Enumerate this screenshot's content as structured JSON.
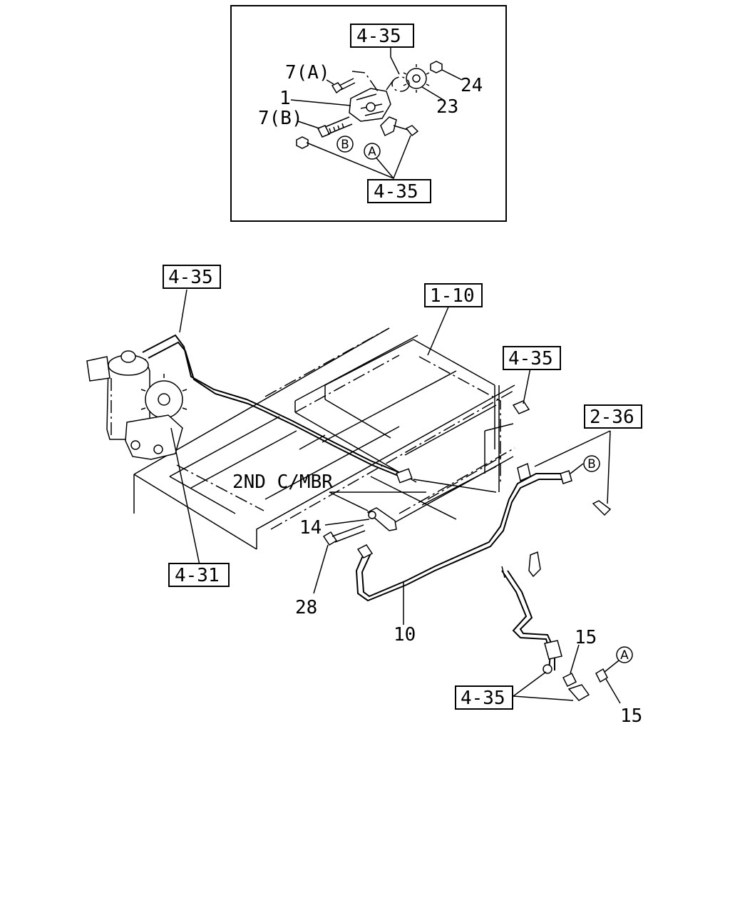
{
  "refs": {
    "inset_top": "4-35",
    "inset_bottom": "4-35",
    "main_left": "4-35",
    "frame": "1-10",
    "right_top": "4-35",
    "right_mid": "2-36",
    "gear_box": "4-31",
    "bottom_right": "4-35"
  },
  "parts": {
    "p7a": "7(A)",
    "p1": "1",
    "p7b": "7(B)",
    "p24": "24",
    "p23": "23",
    "p14": "14",
    "p28": "28",
    "p10": "10",
    "p15a": "15",
    "p15b": "15"
  },
  "circles": {
    "inset_a": "A",
    "inset_b": "B",
    "main_b": "B",
    "main_a": "A"
  },
  "labels": {
    "member": "2ND C/MBR"
  }
}
